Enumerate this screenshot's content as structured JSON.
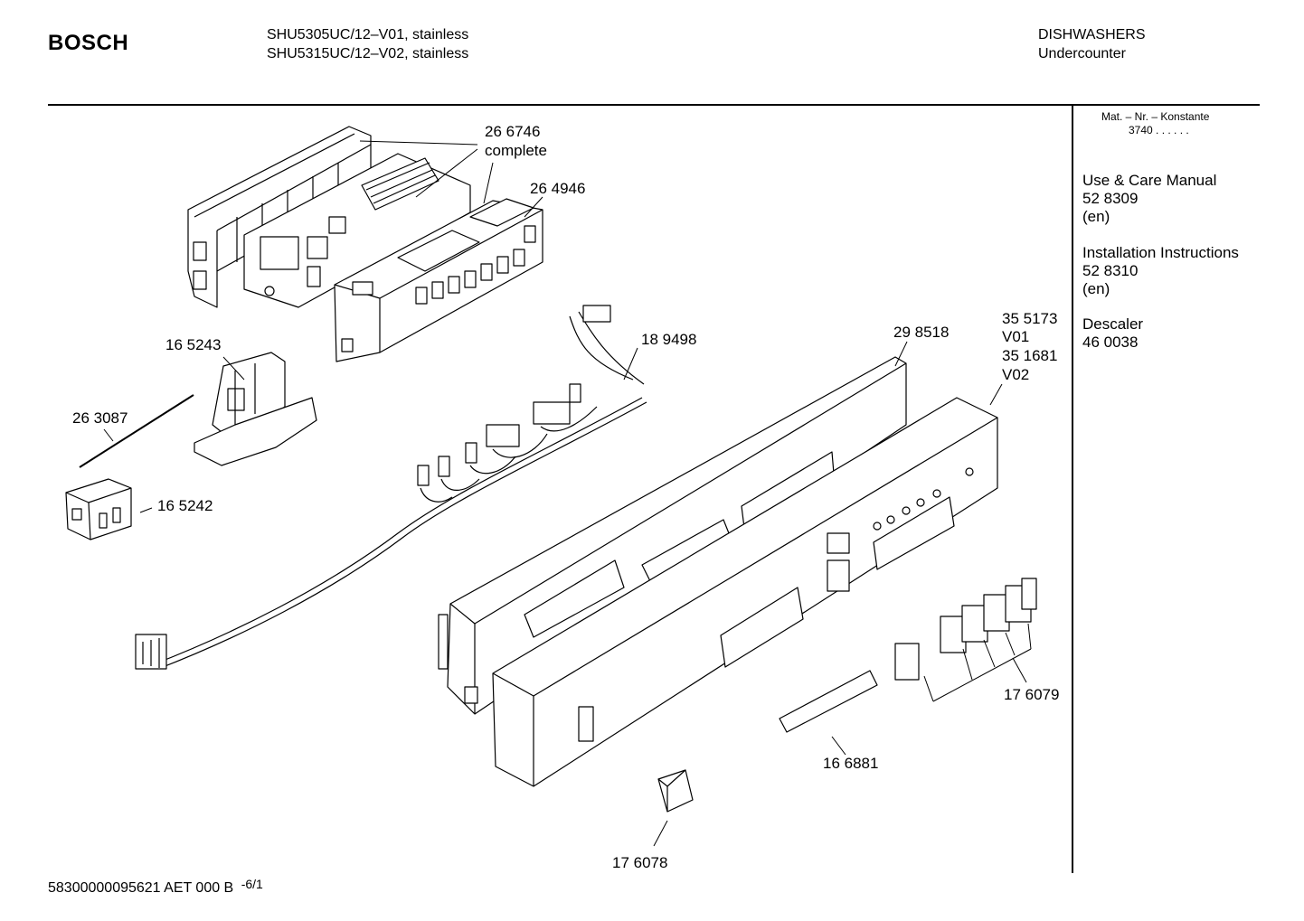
{
  "header": {
    "brand": "BOSCH",
    "models": [
      "SHU5305UC/12–V01, stainless",
      "SHU5315UC/12–V02, stainless"
    ],
    "category": "DISHWASHERS",
    "subcategory": "Undercounter"
  },
  "sidebar": {
    "mat_label": "Mat. – Nr. – Konstante",
    "mat_value": "3740  .  .    .  .  .  .",
    "docs": [
      {
        "title": "Use & Care Manual",
        "number": "52 8309",
        "lang": "(en)"
      },
      {
        "title": "Installation Instructions",
        "number": "52 8310",
        "lang": "(en)"
      },
      {
        "title": "Descaler",
        "number": "46 0038",
        "lang": ""
      }
    ]
  },
  "callouts": {
    "c266746": "26 6746",
    "c266746_note": "complete",
    "c264946": "26 4946",
    "c165243": "16 5243",
    "c189498": "18 9498",
    "c298518": "29 8518",
    "c355173": "35 5173",
    "c355173_var": "V01",
    "c351681": "35 1681",
    "c351681_var": "V02",
    "c263087": "26 3087",
    "c165242": "16 5242",
    "c176079": "17 6079",
    "c166881": "16 6881",
    "c176078": "17 6078"
  },
  "footer": {
    "doc_code": "58300000095621 AET 000 B",
    "page": "-6/1"
  }
}
